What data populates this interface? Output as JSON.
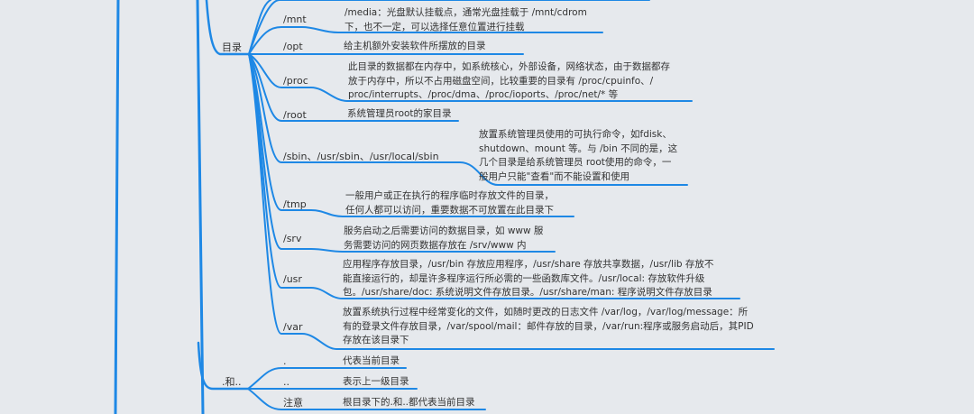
{
  "colors": {
    "background": "#e6e9ed",
    "line": "#1e88e5",
    "text": "#333333"
  },
  "groups": {
    "dir": {
      "label": "目录"
    },
    "dots": {
      "label": ".和.."
    }
  },
  "nodes": [
    {
      "key": "mnt",
      "label": "/mnt",
      "desc": [
        "/media：光盘默认挂载点，通常光盘挂载于 /mnt/cdrom",
        "下，也不一定，可以选择任意位置进行挂载"
      ]
    },
    {
      "key": "opt",
      "label": "/opt",
      "desc": [
        "给主机额外安装软件所摆放的目录"
      ]
    },
    {
      "key": "proc",
      "label": "/proc",
      "desc": [
        "此目录的数据都在内存中，如系统核心，外部设备，网络状态，由于数据都存",
        "放于内存中，所以不占用磁盘空间，比较重要的目录有 /proc/cpuinfo、/",
        "proc/interrupts、/proc/dma、/proc/ioports、/proc/net/* 等"
      ]
    },
    {
      "key": "root",
      "label": "/root",
      "desc": [
        "系统管理员root的家目录"
      ]
    },
    {
      "key": "sbin",
      "label": "/sbin、/usr/sbin、/usr/local/sbin",
      "desc": [
        "放置系统管理员使用的可执行命令，如fdisk、",
        "shutdown、mount 等。与 /bin 不同的是，这",
        "几个目录是给系统管理员 root使用的命令，一",
        "般用户只能\"查看\"而不能设置和使用"
      ]
    },
    {
      "key": "tmp",
      "label": "/tmp",
      "desc": [
        "一般用户或正在执行的程序临时存放文件的目录，",
        "任何人都可以访问，重要数据不可放置在此目录下"
      ]
    },
    {
      "key": "srv",
      "label": "/srv",
      "desc": [
        "服务启动之后需要访问的数据目录，如 www 服",
        "务需要访问的网页数据存放在 /srv/www 内"
      ]
    },
    {
      "key": "usr",
      "label": "/usr",
      "desc": [
        "应用程序存放目录，/usr/bin 存放应用程序，/usr/share 存放共享数据，/usr/lib 存放不",
        "能直接运行的，却是许多程序运行所必需的一些函数库文件。/usr/local: 存放软件升级",
        "包。/usr/share/doc: 系统说明文件存放目录。/usr/share/man: 程序说明文件存放目录"
      ]
    },
    {
      "key": "var",
      "label": "/var",
      "desc": [
        "放置系统执行过程中经常变化的文件，如随时更改的日志文件 /var/log，/var/log/message：所",
        "有的登录文件存放目录，/var/spool/mail：邮件存放的目录，/var/run:程序或服务启动后，其PID",
        "存放在该目录下"
      ]
    }
  ],
  "dot_nodes": [
    {
      "key": "dot",
      "label": ".",
      "desc": "代表当前目录"
    },
    {
      "key": "dotdot",
      "label": "..",
      "desc": "表示上一级目录"
    },
    {
      "key": "note",
      "label": "注意",
      "desc": "根目录下的.和..都代表当前目录"
    }
  ]
}
